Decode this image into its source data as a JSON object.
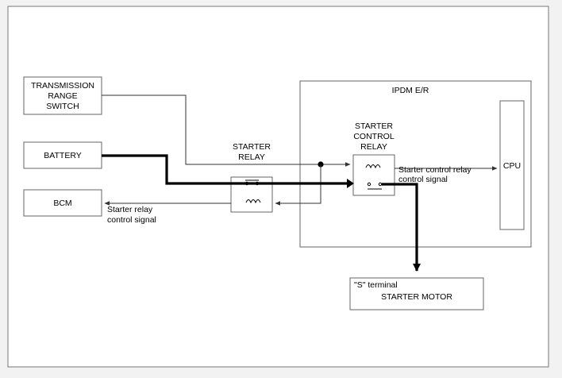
{
  "diagram": {
    "blocks": {
      "transmission_range_switch": [
        "TRANSMISSION",
        "RANGE",
        "SWITCH"
      ],
      "battery": "BATTERY",
      "bcm": "BCM",
      "ipdm": "IPDM E/R",
      "cpu": "CPU",
      "starter_motor": {
        "terminal": "\"S\" terminal",
        "name": "STARTER MOTOR"
      }
    },
    "labels": {
      "starter_relay": [
        "STARTER",
        "RELAY"
      ],
      "starter_control_relay": [
        "STARTER",
        "CONTROL",
        "RELAY"
      ],
      "starter_relay_signal": [
        "Starter relay",
        "control signal"
      ],
      "starter_control_relay_signal": [
        "Starter control relay",
        "control signal"
      ]
    }
  }
}
